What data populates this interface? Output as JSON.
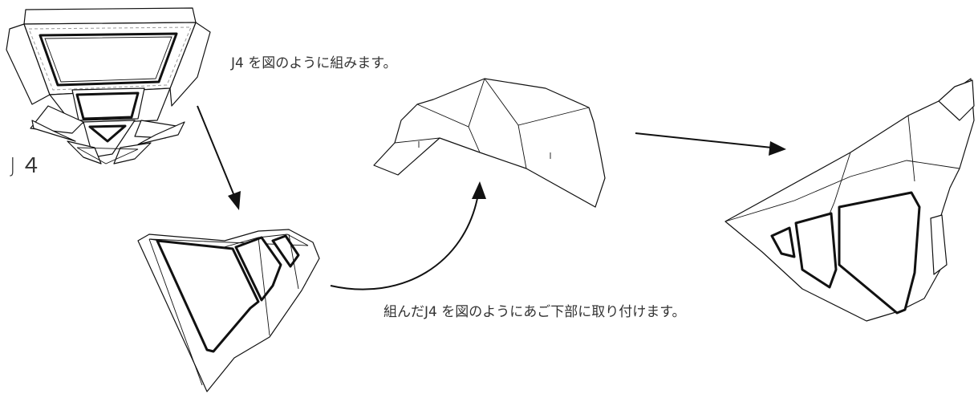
{
  "labels": {
    "part_name": "J４",
    "step_1": "J4 を図のように組みます。",
    "step_2": "組んだJ4 を図のようにあご下部に取り付けます。"
  }
}
